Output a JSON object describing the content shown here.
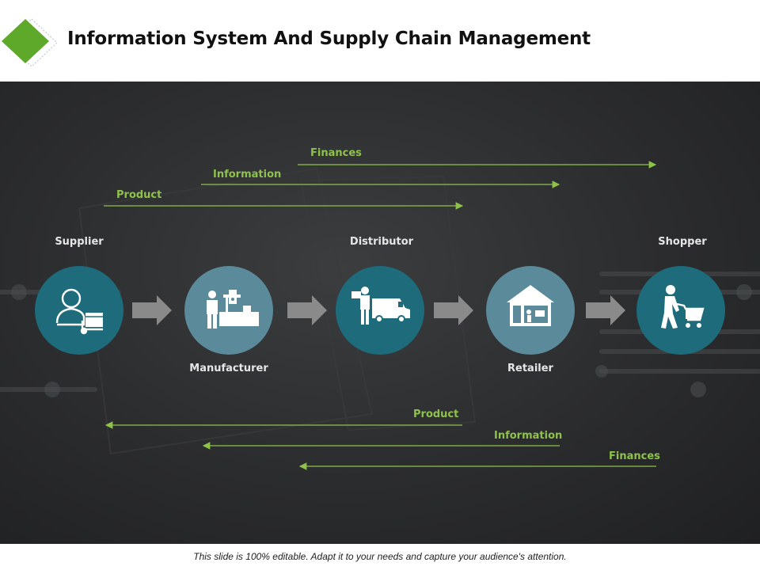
{
  "title": "Information System And Supply Chain Management",
  "footer": "This slide is 100% editable. Adapt it to your needs and capture your audience's attention.",
  "colors": {
    "accent_green": "#8fc24a",
    "logo_green": "#5ea82a",
    "node_teal": "#1e6b7b",
    "node_steel": "#5b8a9a"
  },
  "nodes": [
    {
      "label": "Supplier",
      "icon": "supplier-icon"
    },
    {
      "label": "Manufacturer",
      "icon": "manufacturer-icon"
    },
    {
      "label": "Distributor",
      "icon": "delivery-truck-icon"
    },
    {
      "label": "Retailer",
      "icon": "store-icon"
    },
    {
      "label": "Shopper",
      "icon": "shopping-cart-icon"
    }
  ],
  "forward_flows": [
    {
      "label": "Finances"
    },
    {
      "label": "Information"
    },
    {
      "label": "Product"
    }
  ],
  "backward_flows": [
    {
      "label": "Product"
    },
    {
      "label": "Information"
    },
    {
      "label": "Finances"
    }
  ]
}
